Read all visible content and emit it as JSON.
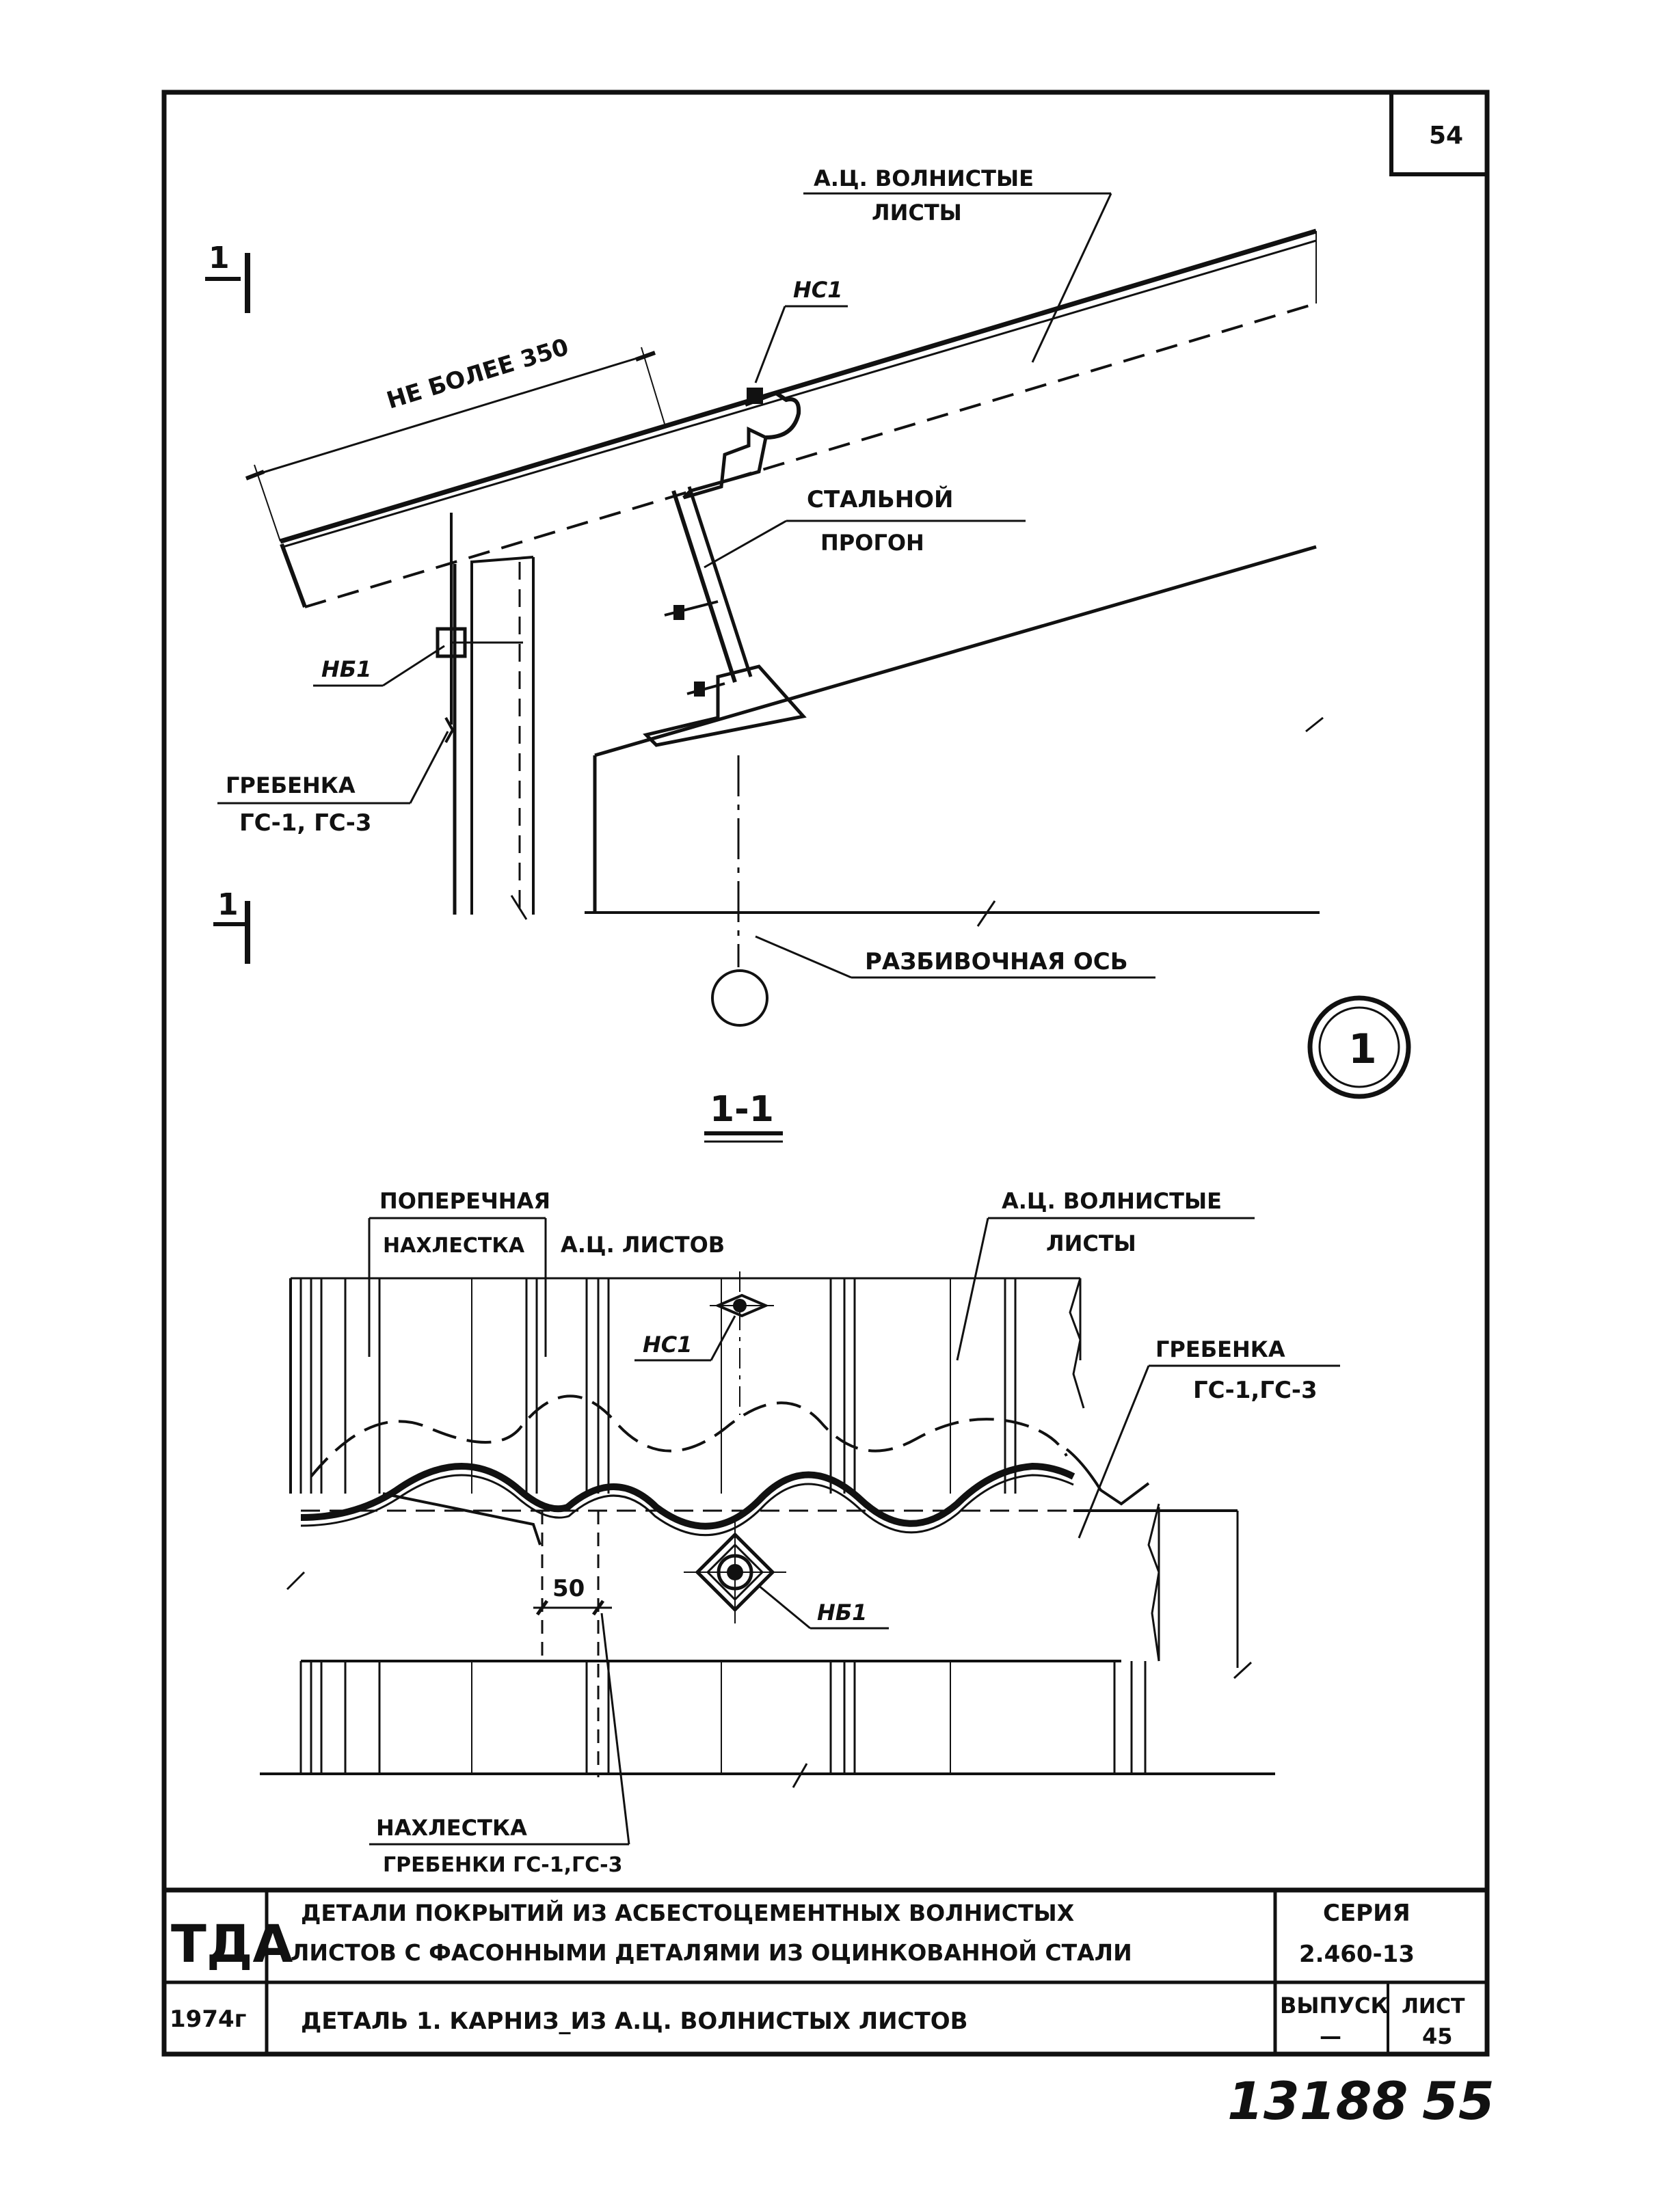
{
  "sheet_number": "54",
  "section_marker": "1",
  "detail_number": "1",
  "section_title": "1-1",
  "elevation": {
    "sheets_label_line1": "А.Ц. ВОЛНИСТЫЕ",
    "sheets_label_line2": "ЛИСТЫ",
    "fastener_top": "НС1",
    "dimension": "НЕ БОЛЕЕ 350",
    "purlin_line1": "СТАЛЬНОЙ",
    "purlin_line2": "ПРОГОН",
    "fastener_side": "НБ1",
    "comb_line1": "ГРЕБЕНКА",
    "comb_line2": "ГС-1, ГС-3",
    "axis_label": "РАЗБИВОЧНАЯ ОСЬ"
  },
  "section": {
    "overlap_line1": "ПОПЕРЕЧНАЯ",
    "overlap_line2": "НАХЛЕСТКА",
    "overlap_line3": "А.Ц. ЛИСТОВ",
    "sheets_line1": "А.Ц. ВОЛНИСТЫЕ",
    "sheets_line2": "ЛИСТЫ",
    "fastener_top": "НС1",
    "comb_line1": "ГРЕБЕНКА",
    "comb_line2": "ГС-1,ГС-3",
    "dimension_50": "50",
    "fastener_bottom": "НБ1",
    "comb_overlap_line1": "НАХЛЕСТКА",
    "comb_overlap_line2": "ГРЕБЕНКИ ГС-1,ГС-3"
  },
  "title_block": {
    "logo": "ТДА",
    "title_line1": "ДЕТАЛИ ПОКРЫТИЙ ИЗ АСБЕСТОЦЕМЕНТНЫХ ВОЛНИСТЫХ",
    "title_line2": "ЛИСТОВ С ФАСОННЫМИ ДЕТАЛЯМИ ИЗ ОЦИНКОВАННОЙ СТАЛИ",
    "series_label": "СЕРИЯ",
    "series_value": "2.460-13",
    "year": "1974г",
    "detail_title": "ДЕТАЛЬ 1.   КАРНИЗ_ИЗ А.Ц. ВОЛНИСТЫХ ЛИСТОВ",
    "issue_label": "ВЫПУСК",
    "issue_value": "—",
    "sheet_label": "ЛИСТ",
    "sheet_value": "45"
  },
  "footer": {
    "archive_number": "13188",
    "page_number": "55"
  }
}
